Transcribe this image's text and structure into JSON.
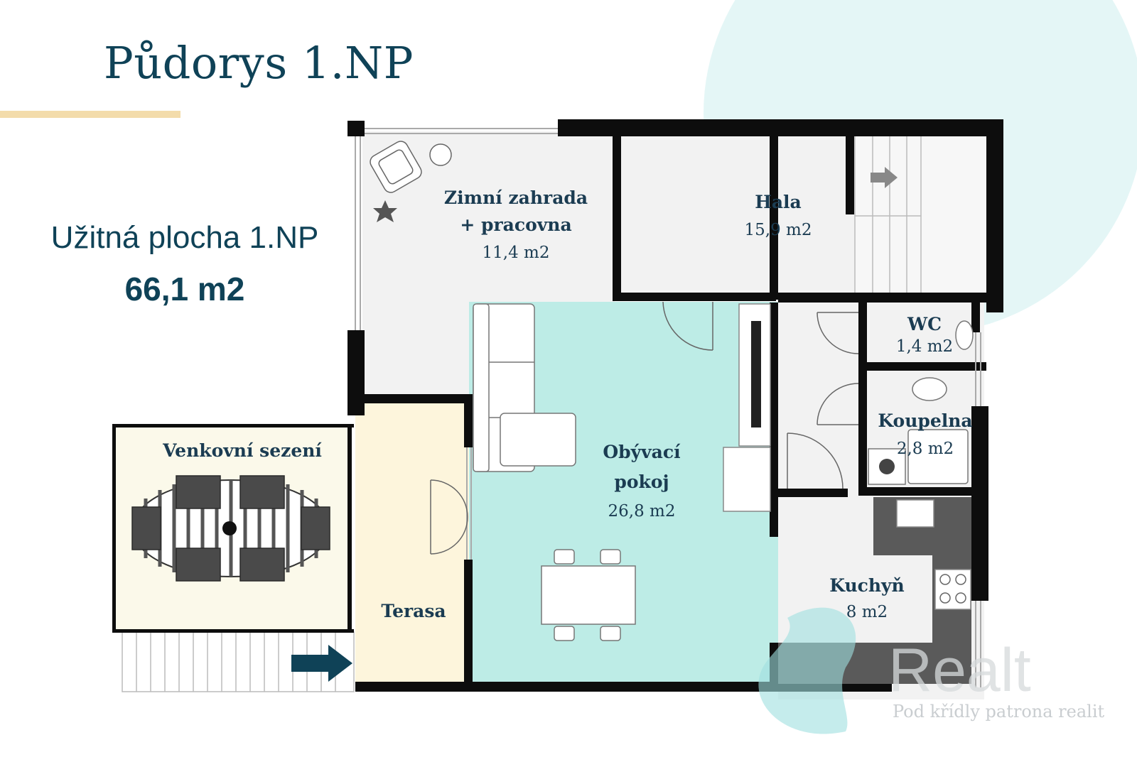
{
  "header": {
    "title": "Půdorys 1.NP"
  },
  "summary": {
    "area_label": "Užitná plocha 1.NP",
    "area_value": "66,1 m2"
  },
  "rooms": {
    "zimni_zahrada": {
      "name_line1": "Zimní zahrada",
      "name_line2": "+ pracovna",
      "area": "11,4 m2"
    },
    "hala": {
      "name": "Hala",
      "area": "15,9 m2"
    },
    "wc": {
      "name": "WC",
      "area": "1,4 m2"
    },
    "koupelna": {
      "name": "Koupelna",
      "area": "2,8 m2"
    },
    "obyvaci_pokoj": {
      "name_line1": "Obývací",
      "name_line2": "pokoj",
      "area": "26,8 m2"
    },
    "kuchyn": {
      "name": "Kuchyň",
      "area": "8 m2"
    },
    "terasa": {
      "name": "Terasa"
    },
    "venkovni_sezeni": {
      "name": "Venkovní sezení"
    }
  },
  "watermark": {
    "brand": "Realt",
    "tagline": "Pod křídly patrona realit"
  },
  "colors": {
    "title": "#0f4257",
    "accent_rule": "#f3dcab",
    "living_room": "#bdece6",
    "terrace": "#fdf5dc",
    "outdoor_seating": "#fbf9ea",
    "floor": "#f2f2f2",
    "wall": "#0d0d0d",
    "bubble": "#cdeeee",
    "entry_arrow": "#0f4257"
  }
}
